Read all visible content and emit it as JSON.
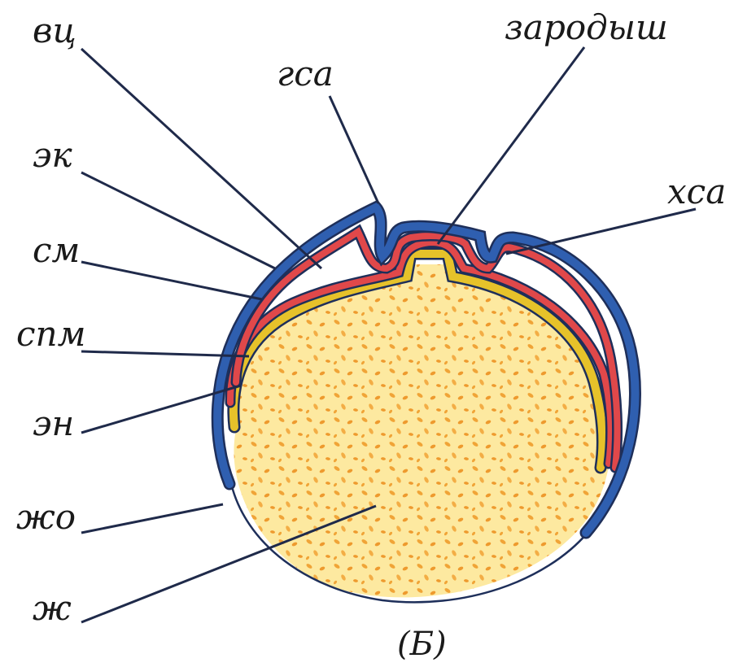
{
  "labels": {
    "vc": "вц",
    "embryo": "зародыш",
    "gsa": "гса",
    "hsa": "хса",
    "ek": "эк",
    "sm": "см",
    "spm": "спм",
    "en": "эн",
    "zho": "жо",
    "zh": "ж"
  },
  "caption": "(Б)",
  "colors": {
    "ectoderm": "#2f5fb0",
    "mesoderm": "#e0484a",
    "endoderm": "#e6c22a",
    "yolk": "#fde9a0",
    "yolk_granules": "#f0a437",
    "outline": "#1e2f5a"
  }
}
